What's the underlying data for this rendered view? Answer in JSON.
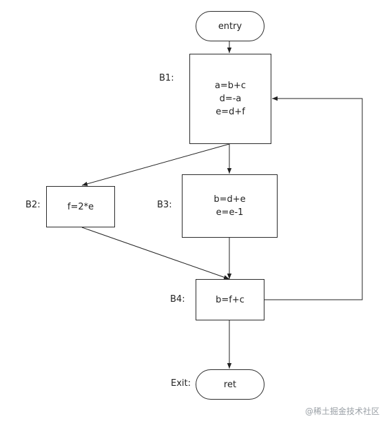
{
  "nodes": {
    "entry": {
      "text": "entry"
    },
    "b1": {
      "label": "B1:",
      "lines": [
        "a=b+c",
        "d=-a",
        "e=d+f"
      ]
    },
    "b2": {
      "label": "B2:",
      "lines": [
        "f=2*e"
      ]
    },
    "b3": {
      "label": "B3:",
      "lines": [
        "b=d+e",
        "e=e-1"
      ]
    },
    "b4": {
      "label": "B4:",
      "lines": [
        "b=f+c"
      ]
    },
    "exit": {
      "label": "Exit:",
      "text": "ret"
    }
  },
  "edges": [
    {
      "from": "entry",
      "to": "b1"
    },
    {
      "from": "b1",
      "to": "b2"
    },
    {
      "from": "b1",
      "to": "b3"
    },
    {
      "from": "b2",
      "to": "b4"
    },
    {
      "from": "b3",
      "to": "b4"
    },
    {
      "from": "b4",
      "to": "b1",
      "kind": "back-edge"
    },
    {
      "from": "b4",
      "to": "exit"
    }
  ],
  "watermark": "@稀土掘金技术社区"
}
